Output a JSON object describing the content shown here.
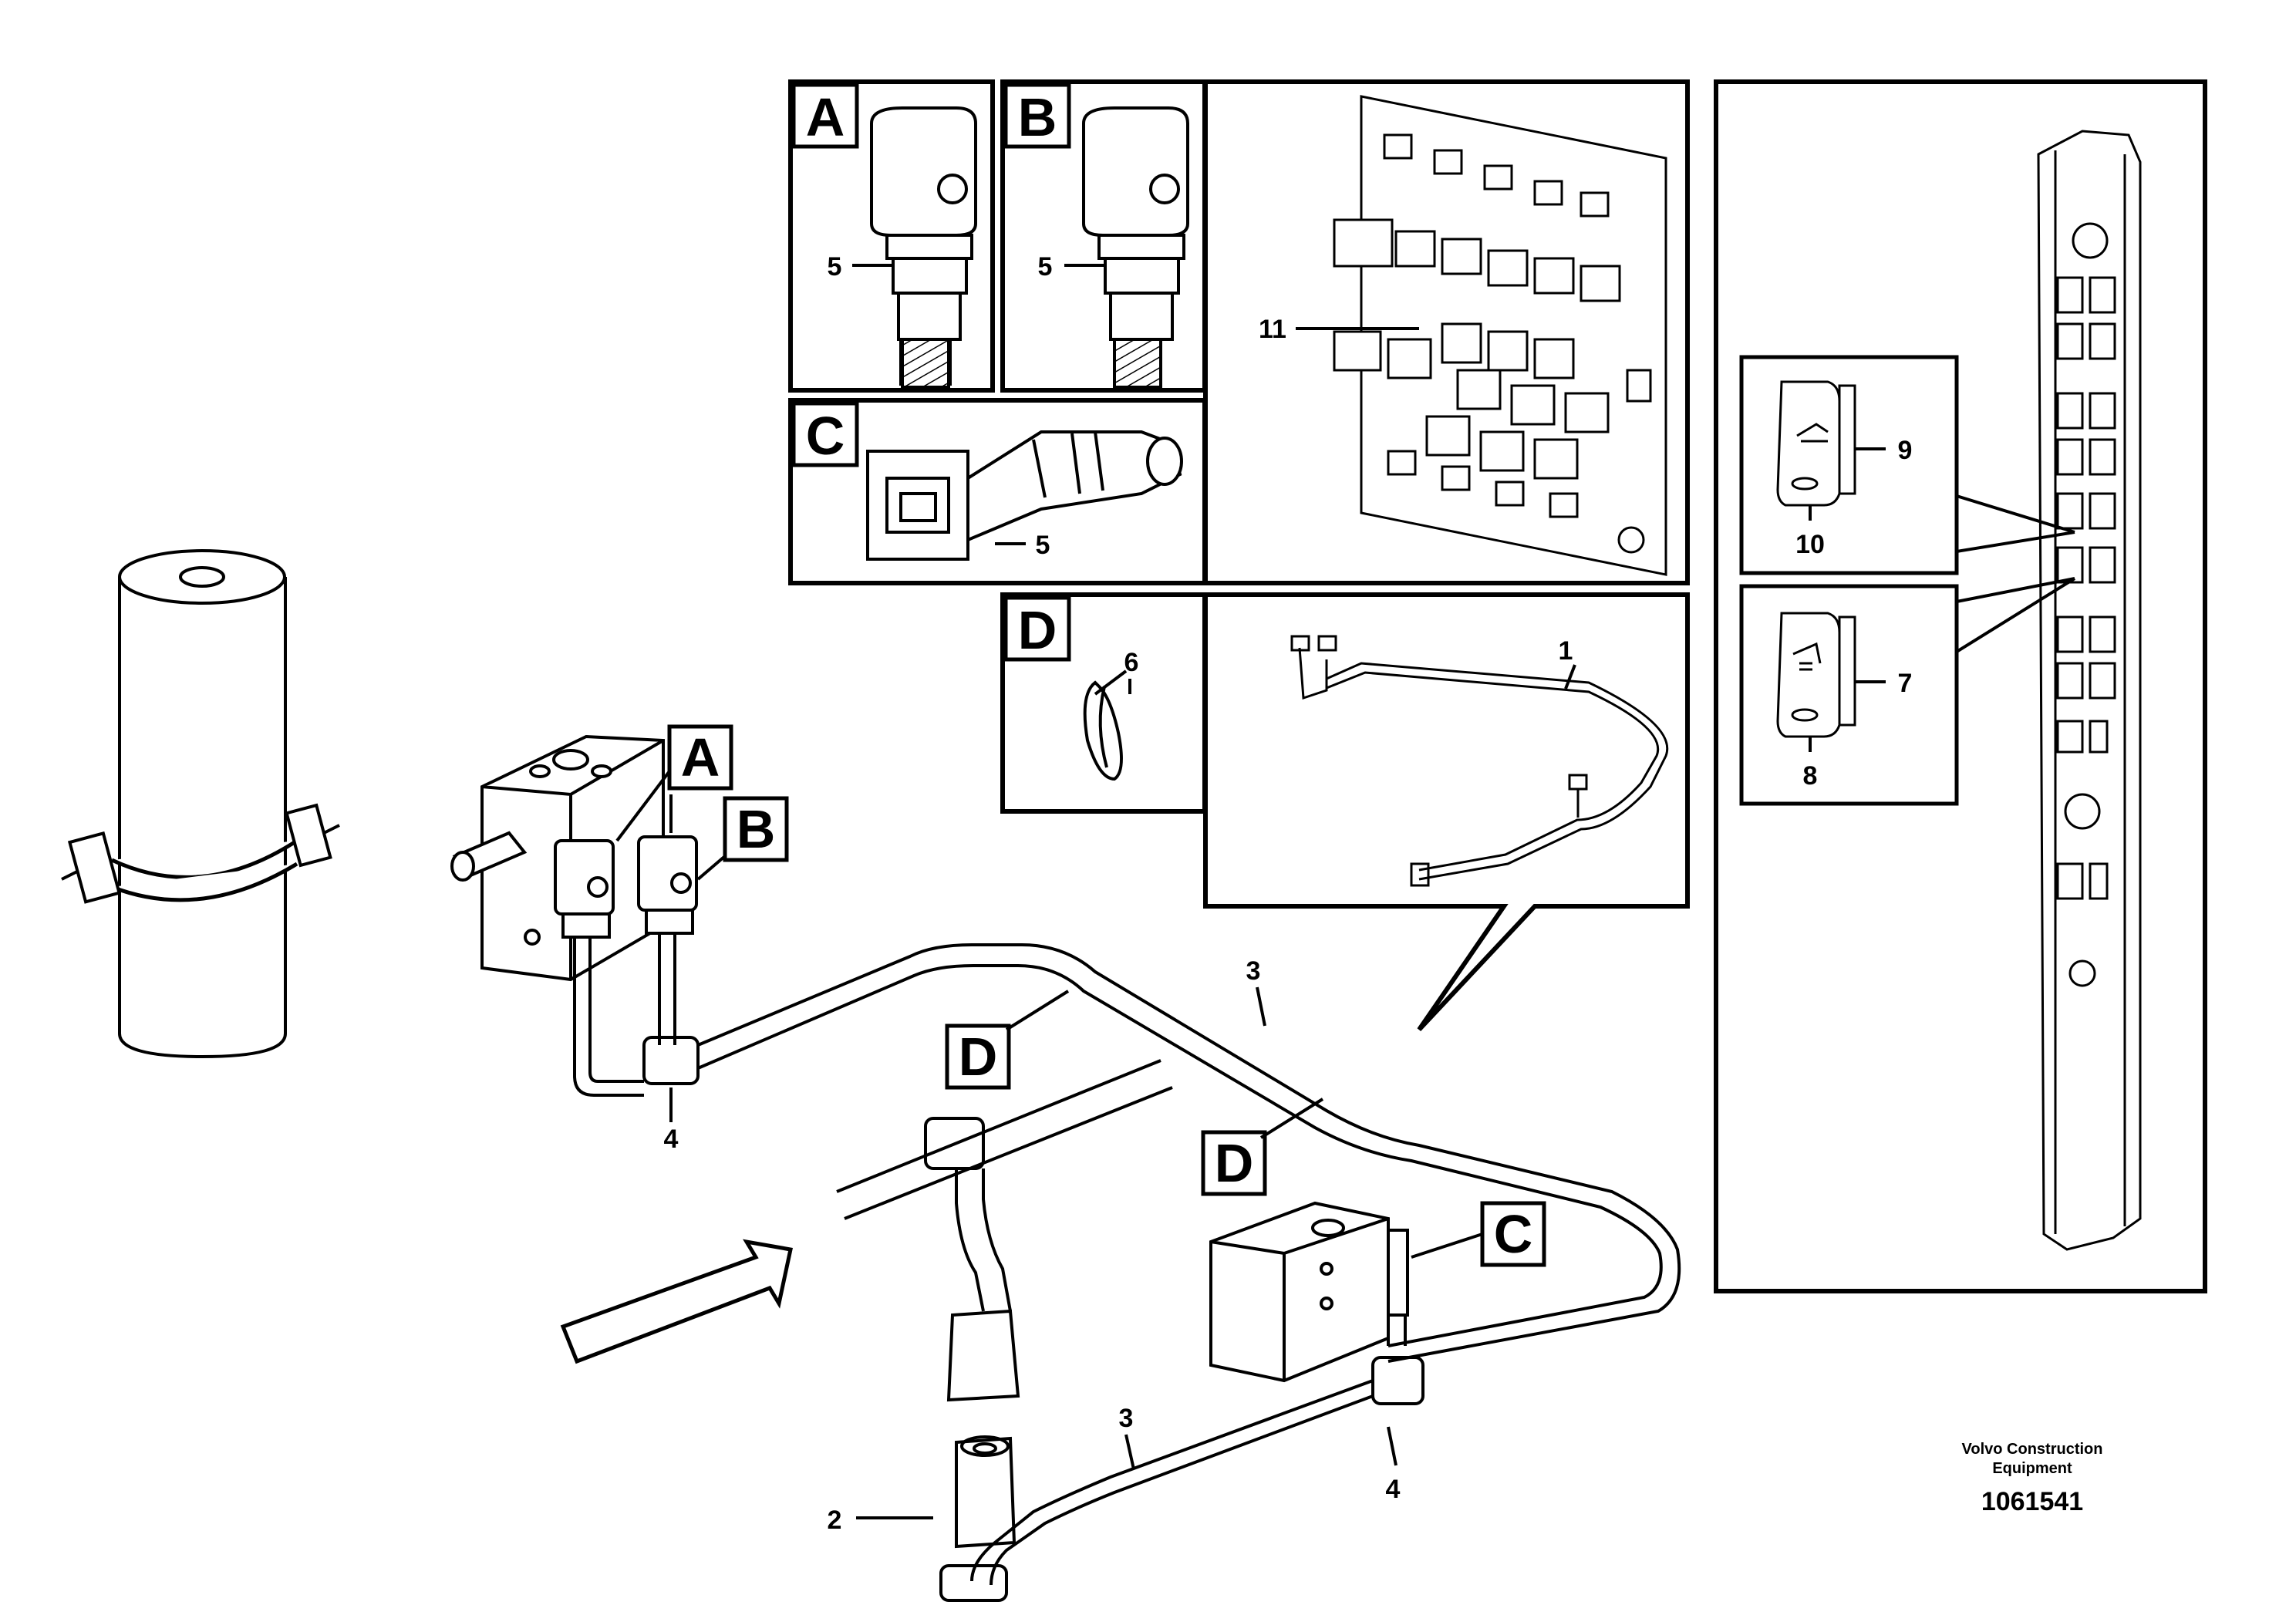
{
  "detail_letters": {
    "a": "A",
    "b": "B",
    "c": "C",
    "d": "D"
  },
  "callouts": {
    "n1": "1",
    "n2": "2",
    "n3": "3",
    "n4": "4",
    "n5": "5",
    "n6": "6",
    "n7": "7",
    "n8": "8",
    "n9": "9",
    "n10": "10",
    "n11": "11"
  },
  "footer": {
    "brand_line1": "Volvo Construction",
    "brand_line2": "Equipment",
    "drawing_number": "1061541"
  },
  "icons": [
    "arrow-direction-icon"
  ]
}
